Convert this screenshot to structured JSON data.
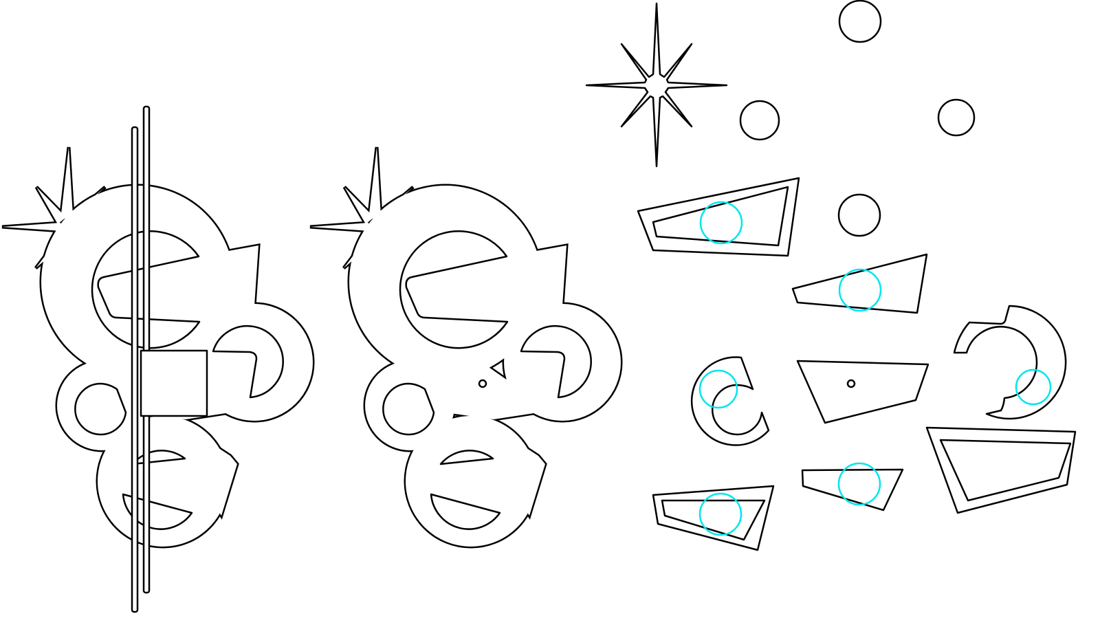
{
  "drawing": {
    "background": "#ffffff",
    "line_color": "#000000",
    "marker_color": "#00e5ee",
    "pieces": [
      "assembled-ornament-with-bars",
      "assembled-ornament",
      "loose-parts"
    ]
  }
}
